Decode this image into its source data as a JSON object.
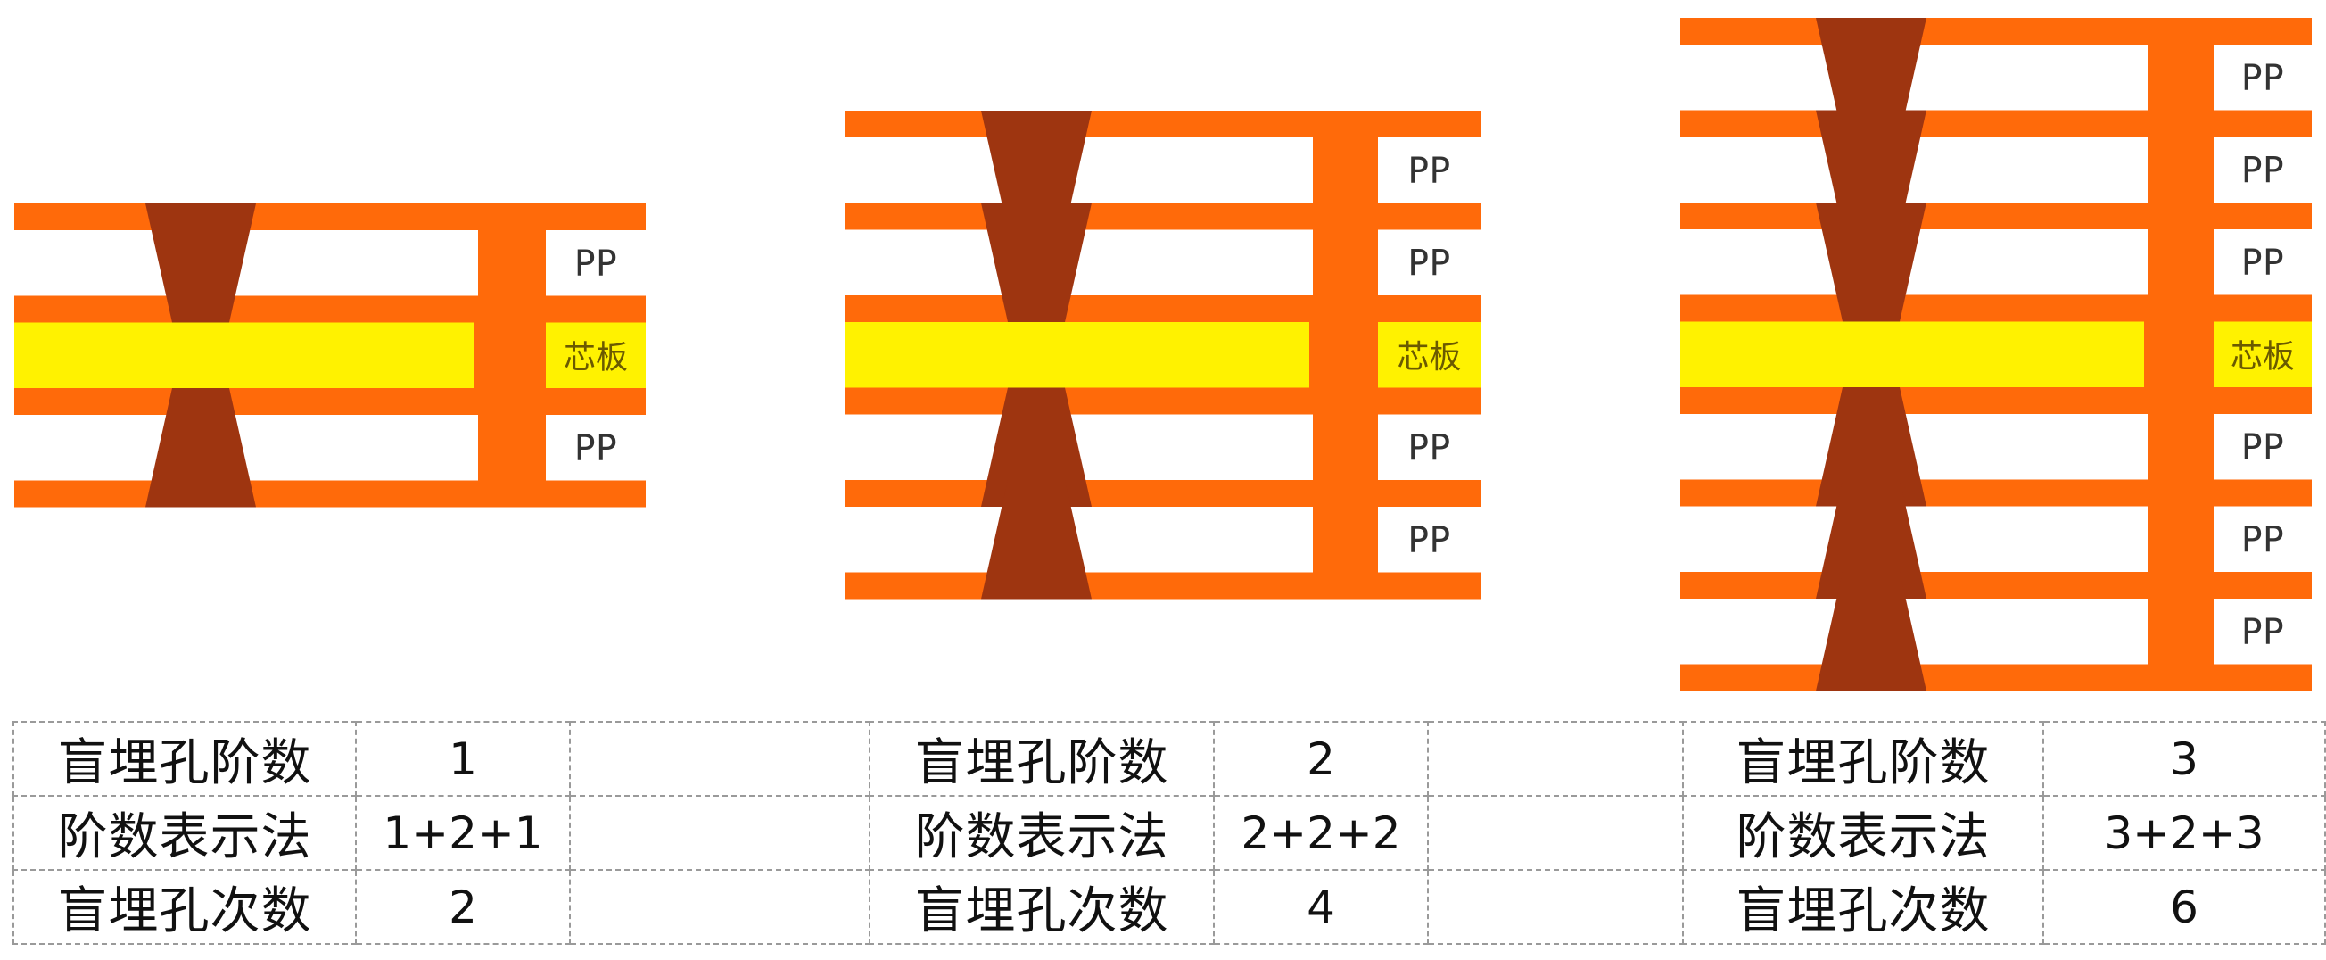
{
  "labels": {
    "pp": "PP",
    "core": "芯板"
  },
  "colors": {
    "copper": "#FF6A0A",
    "core": "#FFF200",
    "via": "#9E3510",
    "label_bg": "#ffffff",
    "table_border": "#9a9a9a"
  },
  "structures": [
    {
      "order": 1,
      "table": [
        {
          "label": "盲埋孔阶数",
          "value": "1"
        },
        {
          "label": "阶数表示法",
          "value": "1+2+1"
        },
        {
          "label": "盲埋孔次数",
          "value": "2"
        }
      ]
    },
    {
      "order": 2,
      "table": [
        {
          "label": "盲埋孔阶数",
          "value": "2"
        },
        {
          "label": "阶数表示法",
          "value": "2+2+2"
        },
        {
          "label": "盲埋孔次数",
          "value": "4"
        }
      ]
    },
    {
      "order": 3,
      "table": [
        {
          "label": "盲埋孔阶数",
          "value": "3"
        },
        {
          "label": "阶数表示法",
          "value": "3+2+3"
        },
        {
          "label": "盲埋孔次数",
          "value": "6"
        }
      ]
    }
  ]
}
